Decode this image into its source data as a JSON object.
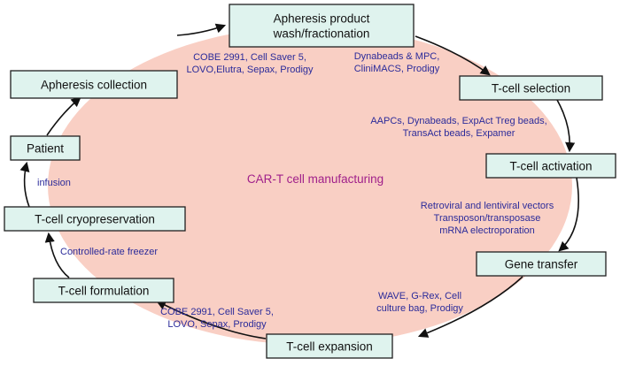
{
  "center_label": "CAR-T cell manufacturing",
  "colors": {
    "background_ellipse": "#f9cfc4",
    "box_fill": "#dff3ee",
    "note_text": "#2b2b9a",
    "center_text": "#a0208a",
    "arrows": "#111111"
  },
  "steps": [
    {
      "id": "wash",
      "lines": [
        "Apheresis product",
        "wash/fractionation"
      ]
    },
    {
      "id": "selection",
      "lines": [
        "T-cell selection"
      ]
    },
    {
      "id": "activation",
      "lines": [
        "T-cell activation"
      ]
    },
    {
      "id": "gene-transfer",
      "lines": [
        "Gene transfer"
      ]
    },
    {
      "id": "expansion",
      "lines": [
        "T-cell expansion"
      ]
    },
    {
      "id": "formulation",
      "lines": [
        "T-cell formulation"
      ]
    },
    {
      "id": "cryopreservation",
      "lines": [
        "T-cell cryopreservation"
      ]
    },
    {
      "id": "patient",
      "lines": [
        "Patient"
      ]
    },
    {
      "id": "collection",
      "lines": [
        "Apheresis collection"
      ]
    }
  ],
  "annotations": [
    {
      "id": "wash-tools",
      "lines": [
        "COBE 2991, Cell Saver 5,",
        "LOVO,Elutra, Sepax, Prodigy"
      ]
    },
    {
      "id": "selection-tools",
      "lines": [
        "Dynabeads & MPC,",
        "CliniMACS, Prodigy"
      ]
    },
    {
      "id": "activation-tools",
      "lines": [
        "AAPCs, Dynabeads, ExpAct Treg beads,",
        "TransAct beads, Expamer"
      ]
    },
    {
      "id": "gene-transfer-tools",
      "lines": [
        "Retroviral and lentiviral vectors",
        "Transposon/transposase",
        "mRNA electroporation"
      ]
    },
    {
      "id": "expansion-tools",
      "lines": [
        "WAVE, G-Rex, Cell",
        "culture bag, Prodigy"
      ]
    },
    {
      "id": "formulation-tools",
      "lines": [
        "COBE 2991, Cell Saver 5,",
        "LOVO, Sepax, Prodigy"
      ]
    },
    {
      "id": "cryo-tools",
      "lines": [
        "Controlled-rate freezer"
      ]
    },
    {
      "id": "patient-tools",
      "lines": [
        "infusion"
      ]
    }
  ]
}
